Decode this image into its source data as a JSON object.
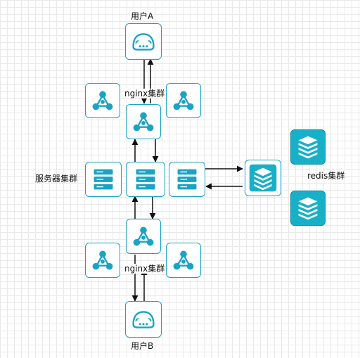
{
  "labels": {
    "user_a": "用户A",
    "user_b": "用户B",
    "nginx_top": "nginx集群",
    "nginx_bottom": "nginx集群",
    "server_cluster": "服务器集群",
    "redis_cluster": "redis集群"
  },
  "icons": {
    "user": "headset-user-icon",
    "nginx": "nginx-node-icon",
    "server": "server-rack-icon",
    "redis": "redis-stack-icon"
  },
  "colors": {
    "accent": "#17b0c8",
    "border": "#1aa3c4",
    "arrow": "#111111",
    "grid": "#e9e9e9"
  }
}
